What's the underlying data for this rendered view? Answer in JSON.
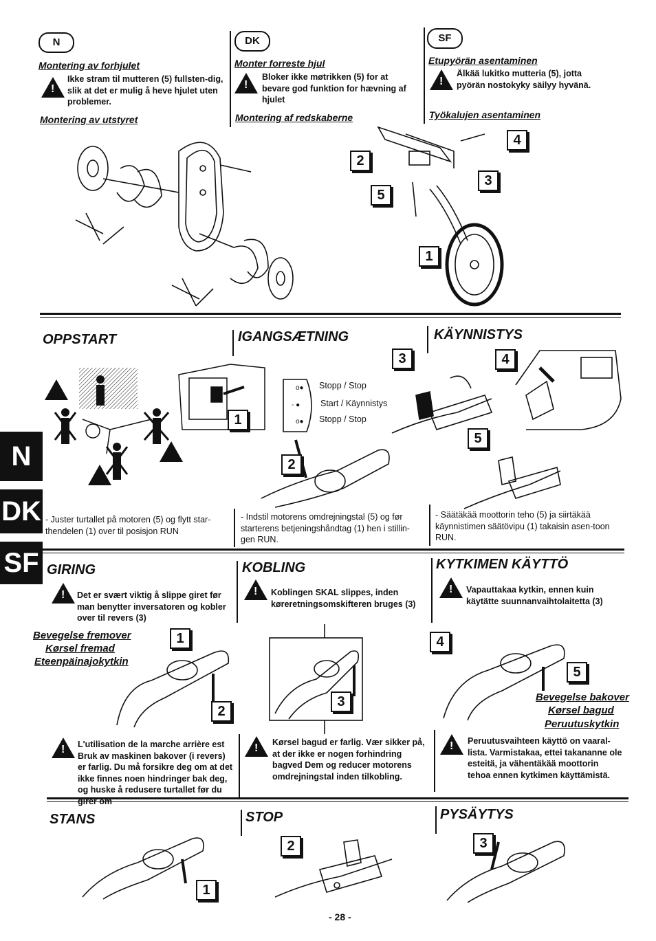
{
  "badges": {
    "n": "N",
    "dk": "DK",
    "sf": "SF"
  },
  "front_wheel": {
    "n": {
      "heading": "Montering av forhjulet",
      "warning": "Ikke stram til mutteren (5) fullsten-dig, slik at det er mulig å heve hjulet uten problemer.",
      "sub_heading": "Montering av utstyret"
    },
    "dk": {
      "heading": "Monter forreste hjul",
      "warning": "Bloker ikke møtrikken (5) for at bevare god funktion for hævning af hjulet",
      "sub_heading": "Montering af redskaberne"
    },
    "sf": {
      "heading": "Etupyörän asentaminen",
      "warning": "Älkää lukitko mutteria (5), jotta pyörän nostokyky säilyy hyvänä.",
      "sub_heading": "Työkalujen asentaminen"
    }
  },
  "figure_tags": {
    "wheel": [
      "2",
      "4",
      "3",
      "5",
      "1"
    ],
    "start": [
      "1",
      "3",
      "4",
      "2",
      "5"
    ],
    "gear": [
      "1",
      "2",
      "3",
      "4",
      "5"
    ],
    "stop": [
      "1",
      "2",
      "3"
    ]
  },
  "start": {
    "n": {
      "heading": "OPPSTART",
      "text": "- Juster turtallet på motoren (5) og flytt star-thendelen (1) over til posisjon RUN"
    },
    "dk": {
      "heading": "IGANGSÆTNING",
      "text": "- Indstil motorens omdrejningstal (5) og før starterens betjeningshåndtag (1) hen i stillin-gen RUN."
    },
    "sf": {
      "heading": "KÄYNNISTYS",
      "text": "- Säätäkää moottorin teho (5) ja siirtäkää käynnistimen säätövipu (1) takaisin asen-toon RUN."
    },
    "switch_labels": [
      "Stopp / Stop",
      "Start / Käynnistys",
      "Stopp / Stop"
    ]
  },
  "gear": {
    "n": {
      "heading": "GIRING",
      "warning": "Det er svært viktig å slippe giret før man benytter inversatoren og kobler over til revers (3)",
      "forward_lines": [
        "Bevegelse fremover",
        "Kørsel fremad",
        "Eteenpäinajokytkin"
      ],
      "reverse_warning": "L'utilisation de la marche arrière est Bruk av maskinen bakover (i revers) er farlig. Du må forsikre deg om at det ikke finnes noen hindringer bak deg, og huske å redusere turtallet før du girer om"
    },
    "dk": {
      "heading": "KOBLING",
      "warning": "Koblingen SKAL slippes, inden køreretningsomskifteren bruges (3)",
      "reverse_warning": "Kørsel bagud er farlig. Vær sikker på, at der ikke er nogen forhindring bagved Dem og reducer motorens omdrejningstal inden tilkobling."
    },
    "sf": {
      "heading": "KYTKIMEN KÄYTTÖ",
      "warning": "Vapauttakaa kytkin, ennen kuin käytätte suunnanvaihtolaitetta (3)",
      "reverse_lines": [
        "Bevegelse bakover",
        "Kørsel bagud",
        "Peruutuskytkin"
      ],
      "reverse_warning": "Peruutusvaihteen käyttö on vaaral-lista. Varmistakaa, ettei takananne ole esteitä, ja vähentäkää moottorin tehoa ennen kytkimen käyttämistä."
    }
  },
  "stop": {
    "n": {
      "heading": "STANS"
    },
    "dk": {
      "heading": "STOP"
    },
    "sf": {
      "heading": "PYSÄYTYS"
    }
  },
  "side_tabs": [
    "N",
    "DK",
    "SF"
  ],
  "page_number": "- 28 -"
}
